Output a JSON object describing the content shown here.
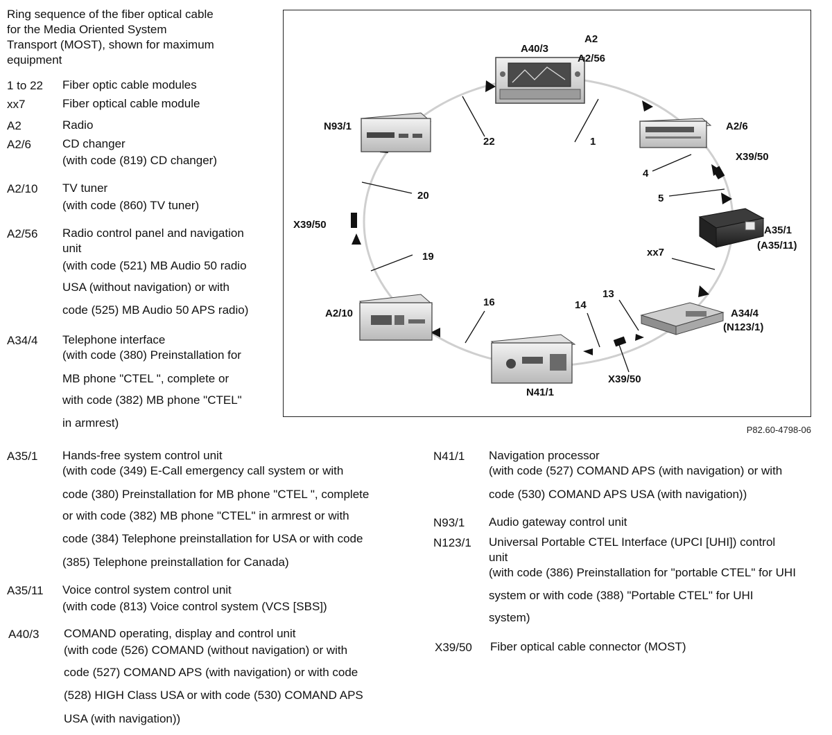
{
  "intro": [
    "Ring sequence of the fiber optical cable",
    "for the Media Oriented System",
    "Transport (MOST), shown for maximum",
    "equipment"
  ],
  "legend": [
    {
      "code": "1 to 22",
      "lines": [
        "Fiber optic cable modules"
      ]
    },
    {
      "code": "xx7",
      "lines": [
        "Fiber optical cable module"
      ]
    },
    {
      "code": "A2",
      "lines": [
        "Radio"
      ]
    },
    {
      "code": "A2/6",
      "lines": [
        "CD changer",
        "(with code (819) CD changer)"
      ]
    },
    {
      "code": "A2/10",
      "lines": [
        "TV tuner",
        "(with code (860) TV tuner)"
      ]
    },
    {
      "code": "A2/56",
      "lines": [
        "Radio control panel and navigation",
        "unit",
        "(with code (521) MB Audio 50 radio",
        "USA (without navigation) or with",
        "code (525) MB Audio 50 APS radio)"
      ]
    },
    {
      "code": "A34/4",
      "lines": [
        "Telephone interface",
        "(with code (380) Preinstallation for",
        "MB phone \"CTEL \", complete or",
        "with code (382) MB phone \"CTEL\"",
        "in armrest)"
      ]
    },
    {
      "code": "A35/1",
      "lines": [
        "Hands-free system control unit",
        "(with code (349) E-Call emergency call system or with",
        "code (380) Preinstallation for MB phone \"CTEL \", complete",
        "or with code (382) MB phone \"CTEL\" in armrest or with",
        "code (384) Telephone preinstallation for USA or with code",
        "(385) Telephone preinstallation for Canada)"
      ]
    },
    {
      "code": "A35/11",
      "lines": [
        "Voice control system control unit",
        "(with code (813) Voice control system (VCS [SBS])"
      ]
    },
    {
      "code": "A40/3",
      "lines": [
        "COMAND operating, display and control unit",
        "(with code (526) COMAND (without navigation) or with",
        "code (527) COMAND APS (with navigation) or with code",
        "(528) HIGH Class USA or with code (530) COMAND APS",
        "USA (with navigation))"
      ]
    },
    {
      "code": "N41/1",
      "lines": [
        "Navigation processor",
        "(with code (527) COMAND APS (with navigation) or with",
        "code (530) COMAND APS USA (with navigation))"
      ]
    },
    {
      "code": "N93/1",
      "lines": [
        "Audio gateway control unit"
      ]
    },
    {
      "code": "N123/1",
      "lines": [
        "Universal Portable CTEL Interface (UPCI [UHI]) control",
        "unit",
        "(with code (386) Preinstallation for \"portable CTEL\" for UHI",
        "system or with code (388) \"Portable CTEL\" for UHI",
        "system)"
      ]
    },
    {
      "code": "X39/50",
      "lines": [
        "Fiber optical cable connector (MOST)"
      ]
    }
  ],
  "diagram": {
    "labels": {
      "a2": "A2",
      "a40_3": "A40/3",
      "a2_56": "A2/56",
      "a2_6": "A2/6",
      "n93_1": "N93/1",
      "x39_50_top": "X39/50",
      "x39_50_left": "X39/50",
      "x39_50_bottom": "X39/50",
      "a35_1": "A35/1",
      "a35_11": "(A35/11)",
      "a34_4": "A34/4",
      "n123_1": "(N123/1)",
      "n41_1": "N41/1",
      "a2_10": "A2/10",
      "xx7": "xx7",
      "n1": "1",
      "n4": "4",
      "n5": "5",
      "n13": "13",
      "n14": "14",
      "n16": "16",
      "n19": "19",
      "n20": "20",
      "n22": "22"
    },
    "figure_ref": "P82.60-4798-06"
  }
}
